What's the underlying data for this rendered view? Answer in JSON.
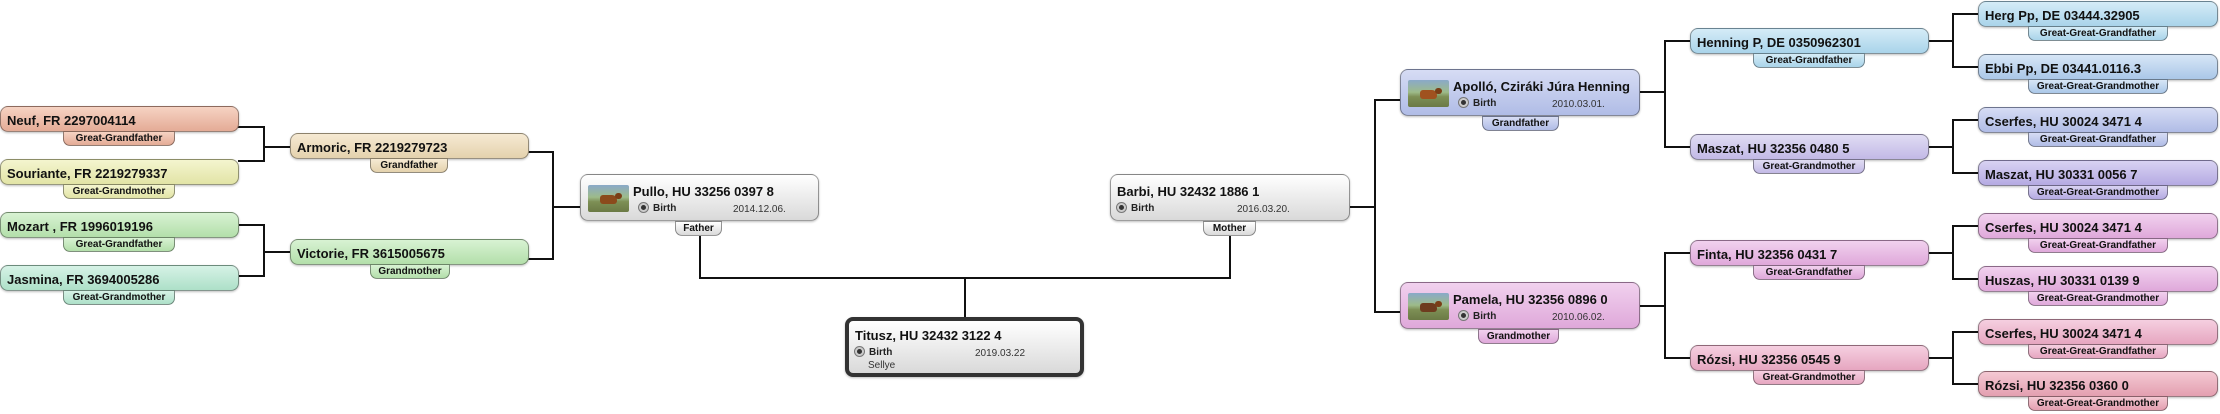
{
  "birth_label": "Birth",
  "people": {
    "child": {
      "name": "Titusz, HU 32432 3122 4",
      "birth_date": "2019.03.22",
      "place": "Sellye"
    },
    "father": {
      "name": "Pullo, HU 33256 0397 8",
      "role": "Father",
      "birth_date": "2014.12.06."
    },
    "mother": {
      "name": "Barbi, HU 32432 1886 1",
      "role": "Mother",
      "birth_date": "2016.03.20."
    },
    "pgf": {
      "name": "Armoric, FR 2219279723",
      "role": "Grandfather"
    },
    "pgm": {
      "name": "Victorie, FR 3615005675",
      "role": "Grandmother"
    },
    "pggf1": {
      "name": "Neuf, FR 2297004114",
      "role": "Great-Grandfather"
    },
    "pggm1": {
      "name": "Souriante, FR 2219279337",
      "role": "Great-Grandmother"
    },
    "pggf2": {
      "name": "Mozart , FR 1996019196",
      "role": "Great-Grandfather"
    },
    "pggm2": {
      "name": "Jasmina, FR 3694005286",
      "role": "Great-Grandmother"
    },
    "mgf": {
      "name": "Apolló, Cziráki Júra Henning",
      "role": "Grandfather",
      "birth_date": "2010.03.01."
    },
    "mgm": {
      "name": "Pamela, HU 32356 0896 0",
      "role": "Grandmother",
      "birth_date": "2010.06.02."
    },
    "mggf1": {
      "name": "Henning P, DE 0350962301",
      "role": "Great-Grandfather"
    },
    "mggm1": {
      "name": "Maszat, HU 32356 0480 5",
      "role": "Great-Grandmother"
    },
    "mggf2": {
      "name": "Finta, HU 32356 0431 7",
      "role": "Great-Grandfather"
    },
    "mggm2": {
      "name": "Rózsi, HU 32356 0545 9",
      "role": "Great-Grandmother"
    },
    "g1": {
      "name": "Herg Pp, DE 03444.32905",
      "role": "Great-Great-Grandfather"
    },
    "g2": {
      "name": "Ebbi Pp, DE 03441.0116.3",
      "role": "Great-Great-Grandmother"
    },
    "g3": {
      "name": "Cserfes, HU 30024 3471 4",
      "role": "Great-Great-Grandfather"
    },
    "g4": {
      "name": "Maszat, HU 30331 0056 7",
      "role": "Great-Great-Grandmother"
    },
    "g5": {
      "name": "Cserfes, HU 30024 3471 4",
      "role": "Great-Great-Grandfather"
    },
    "g6": {
      "name": "Huszas, HU 30331 0139 9",
      "role": "Great-Great-Grandmother"
    },
    "g7": {
      "name": "Cserfes, HU 30024 3471 4",
      "role": "Great-Great-Grandfather"
    },
    "g8": {
      "name": "Rózsi, HU 32356 0360 0",
      "role": "Great-Great-Grandmother"
    }
  },
  "colors": {
    "connector": "#111111",
    "child_border": "#333333"
  },
  "icons": {
    "photo": "cow-photo-thumbnail",
    "birth": "radio-bullet-icon"
  }
}
